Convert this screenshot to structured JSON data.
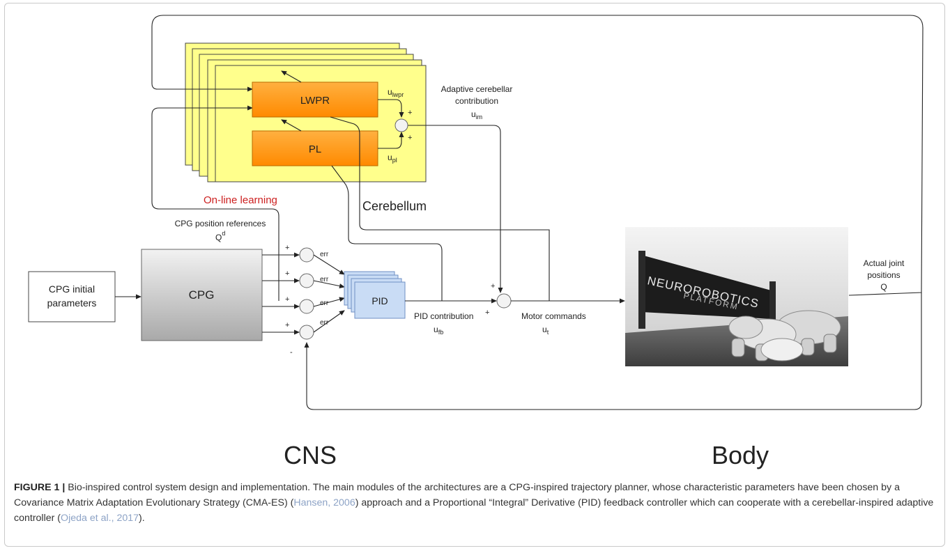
{
  "diagram": {
    "online_learning": "On-line learning",
    "cerebellum": "Cerebellum",
    "lwpr": "LWPR",
    "pl": "PL",
    "u_lwpr": {
      "base": "u",
      "sub": "lwpr"
    },
    "u_pl": {
      "base": "u",
      "sub": "pl"
    },
    "adaptive_line1": "Adaptive cerebellar",
    "adaptive_line2": "contribution",
    "u_im": {
      "base": "u",
      "sub": "im"
    },
    "cpg_refs_line1": "CPG position references",
    "q_d": {
      "base": "Q",
      "sup": "d"
    },
    "cpg_initial_line1": "CPG initial",
    "cpg_initial_line2": "parameters",
    "cpg": "CPG",
    "err": "err",
    "pid": "PID",
    "pid_contrib_line1": "PID contribution",
    "u_fb": {
      "base": "u",
      "sub": "fb"
    },
    "motor_line1": "Motor commands",
    "u_t": {
      "base": "u",
      "sub": "t"
    },
    "actual_line1": "Actual  joint",
    "actual_line2": "positions",
    "actual_q": "Q",
    "plus": "+",
    "minus": "-",
    "robot_sign_line1": "NEUROROBOTICS",
    "robot_sign_line2": "PLATFORM",
    "cns": "CNS",
    "body": "Body"
  },
  "caption": {
    "label": "FIGURE 1 |",
    "text_1": " Bio-inspired control system design and implementation. The main modules of the architectures are a CPG-inspired trajectory planner, whose characteristic parameters have been chosen by a Covariance Matrix Adaptation Evolutionary Strategy (CMA-ES) (",
    "cite_1": "Hansen, 2006",
    "text_2": ") approach and a Proportional “Integral” Derivative (PID) feedback controller which can cooperate with a cerebellar-inspired adaptive controller (",
    "cite_2": "Ojeda et al., 2017",
    "text_3": ")."
  },
  "colors": {
    "cerebellum_fill": "#ffff8c",
    "module_orange_top": "#ffa62b",
    "module_orange_bottom": "#ff8c00",
    "pid_fill": "#c9dcf5",
    "online_learning_text": "#cc1f1f",
    "citation": "#8da3c6"
  }
}
